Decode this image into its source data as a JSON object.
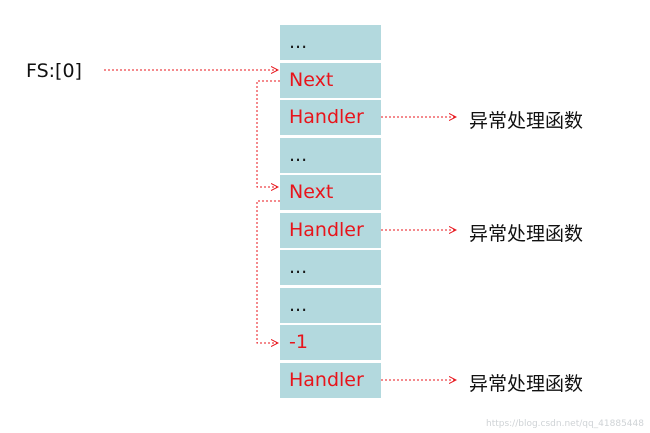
{
  "diagram": {
    "fs_label": "FS:[0]",
    "target_label": "异常处理函数",
    "cells": [
      {
        "text": "...",
        "color": "dark"
      },
      {
        "text": "Next",
        "color": "red"
      },
      {
        "text": "Handler",
        "color": "red"
      },
      {
        "text": "...",
        "color": "dark"
      },
      {
        "text": "Next",
        "color": "red"
      },
      {
        "text": "Handler",
        "color": "red"
      },
      {
        "text": "...",
        "color": "dark"
      },
      {
        "text": "...",
        "color": "dark"
      },
      {
        "text": "-1",
        "color": "red"
      },
      {
        "text": "Handler",
        "color": "red"
      }
    ],
    "watermark": "https://blog.csdn.net/qq_41885448"
  },
  "colors": {
    "cell_fill": "#b3d9de",
    "accent_red": "#e8141b"
  }
}
